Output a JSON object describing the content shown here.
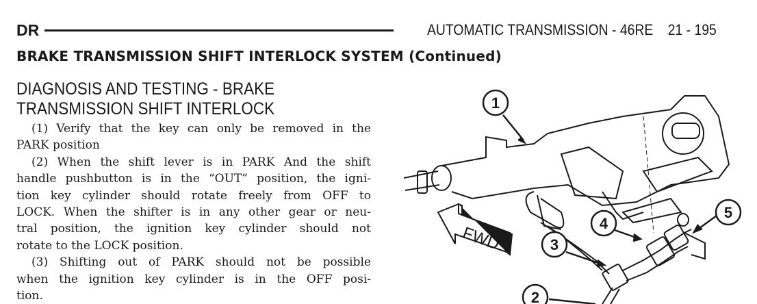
{
  "header": {
    "section_code": "DR",
    "chapter": "AUTOMATIC TRANSMISSION - 46RE",
    "page": "21 - 195"
  },
  "section_heading": "BRAKE TRANSMISSION SHIFT INTERLOCK SYSTEM (Continued)",
  "title_lines": [
    "DIAGNOSIS AND TESTING - BRAKE",
    "TRANSMISSION SHIFT INTERLOCK"
  ],
  "steps": [
    {
      "lines": [
        "(1) Verify that the key can only be removed in the",
        "PARK position"
      ]
    },
    {
      "lines": [
        "(2) When the shift lever is in PARK And the shift",
        "handle pushbutton is in the “OUT” position, the igni-",
        "tion key cylinder should rotate freely from OFF to",
        "LOCK. When the shifter is in any other gear or neu-",
        "tral position, the ignition key cylinder should not",
        "rotate to the LOCK position."
      ]
    },
    {
      "lines": [
        "(3) Shifting out of PARK should not be possible",
        "when the ignition key cylinder is in the OFF posi-",
        "tion."
      ]
    }
  ],
  "figure": {
    "fwd_label": "FWD",
    "callouts": [
      "1",
      "2",
      "3",
      "4",
      "5"
    ]
  }
}
